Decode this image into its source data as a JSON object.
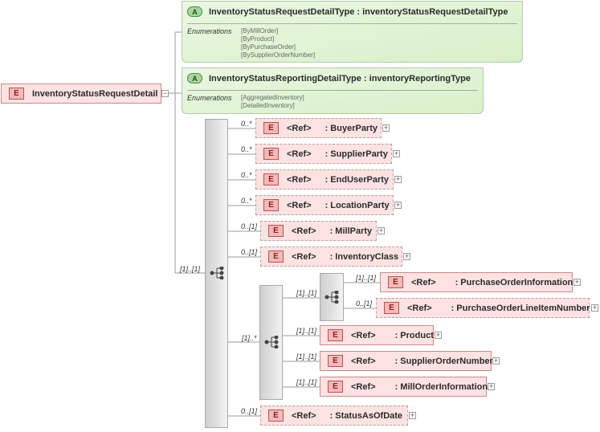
{
  "root": {
    "badge": "E",
    "label": "InventoryStatusRequestDetail"
  },
  "attributes": [
    {
      "badge": "A",
      "title": "InventoryStatusRequestDetailType : inventoryStatusRequestDetailType",
      "enum_label": "Enumerations",
      "values": [
        "[ByMillOrder]",
        "[ByProduct]",
        "[ByPurchaseOrder]",
        "[BySupplierOrderNumber]"
      ]
    },
    {
      "badge": "A",
      "title": "InventoryStatusReportingDetailType : inventoryReportingType",
      "enum_label": "Enumerations",
      "values": [
        "[AggregatedInventory]",
        "[DetailedInventory]"
      ]
    }
  ],
  "main_sequence": {
    "multiplicity": "[1]..[1]"
  },
  "inner_choice": {
    "multiplicity": "[1]..*"
  },
  "nested_sequence": {
    "multiplicity": "[1]..[1]"
  },
  "elements": [
    {
      "id": "buyer",
      "mult": "0..*",
      "badge": "E",
      "ref": "<Ref>",
      "name": ": BuyerParty"
    },
    {
      "id": "supplier",
      "mult": "0..*",
      "badge": "E",
      "ref": "<Ref>",
      "name": ": SupplierParty"
    },
    {
      "id": "enduser",
      "mult": "0..*",
      "badge": "E",
      "ref": "<Ref>",
      "name": ": EndUserParty"
    },
    {
      "id": "location",
      "mult": "0..*",
      "badge": "E",
      "ref": "<Ref>",
      "name": ": LocationParty"
    },
    {
      "id": "mill",
      "mult": "0..[1]",
      "badge": "E",
      "ref": "<Ref>",
      "name": ": MillParty"
    },
    {
      "id": "invclass",
      "mult": "0..[1]",
      "badge": "E",
      "ref": "<Ref>",
      "name": ": InventoryClass"
    },
    {
      "id": "poinfo",
      "mult": "[1]..[1]",
      "badge": "E",
      "ref": "<Ref>",
      "name": ": PurchaseOrderInformation"
    },
    {
      "id": "poline",
      "mult": "0..[1]",
      "badge": "E",
      "ref": "<Ref>",
      "name": ": PurchaseOrderLineItemNumber"
    },
    {
      "id": "product",
      "mult": "[1]..[1]",
      "badge": "E",
      "ref": "<Ref>",
      "name": ": Product"
    },
    {
      "id": "supporder",
      "mult": "[1]..[1]",
      "badge": "E",
      "ref": "<Ref>",
      "name": ": SupplierOrderNumber"
    },
    {
      "id": "millorder",
      "mult": "[1]..[1]",
      "badge": "E",
      "ref": "<Ref>",
      "name": ": MillOrderInformation"
    },
    {
      "id": "statusasof",
      "mult": "0..[1]",
      "badge": "E",
      "ref": "<Ref>",
      "name": ": StatusAsOfDate"
    }
  ],
  "expand_symbol": "+",
  "collapse_symbol": "−"
}
